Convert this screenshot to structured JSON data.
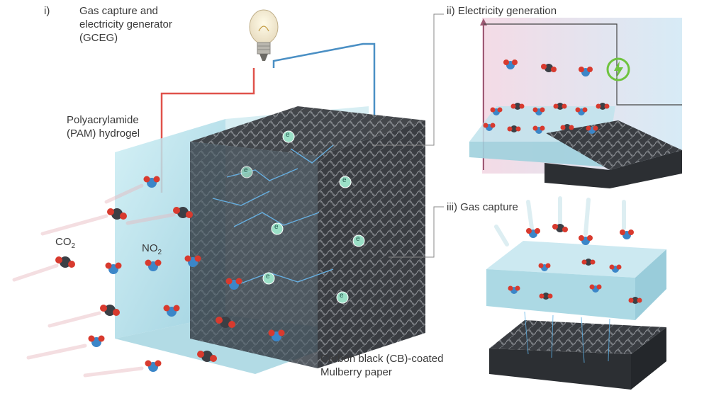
{
  "panel_i": {
    "marker": "i)",
    "title_lines": [
      "Gas capture and",
      "electricity generator",
      "(GCEG)"
    ]
  },
  "panel_ii": {
    "title": "ii) Electricity generation"
  },
  "panel_iii": {
    "title": "iii) Gas capture"
  },
  "labels": {
    "hydrogel": [
      "Polyacrylamide",
      "(PAM) hydrogel"
    ],
    "co2_base": "CO",
    "co2_sub": "2",
    "no2_base": "NO",
    "no2_sub": "2",
    "paper": [
      "Carbon black (CB)-coated",
      "Mulberry paper"
    ],
    "electron": "e"
  },
  "colors": {
    "hydrogel": "#a9d9e3",
    "wire_red": "#e0524b",
    "wire_blue": "#4a8fc4",
    "carbon": "#3b3f45",
    "nitrogen": "#3b86c8",
    "oxygen": "#d83a2e",
    "electron": "#7fd4c8",
    "lightning": "#6fc33f"
  },
  "icons": [
    "light-bulb-icon",
    "lightning-icon",
    "electron-icon"
  ]
}
